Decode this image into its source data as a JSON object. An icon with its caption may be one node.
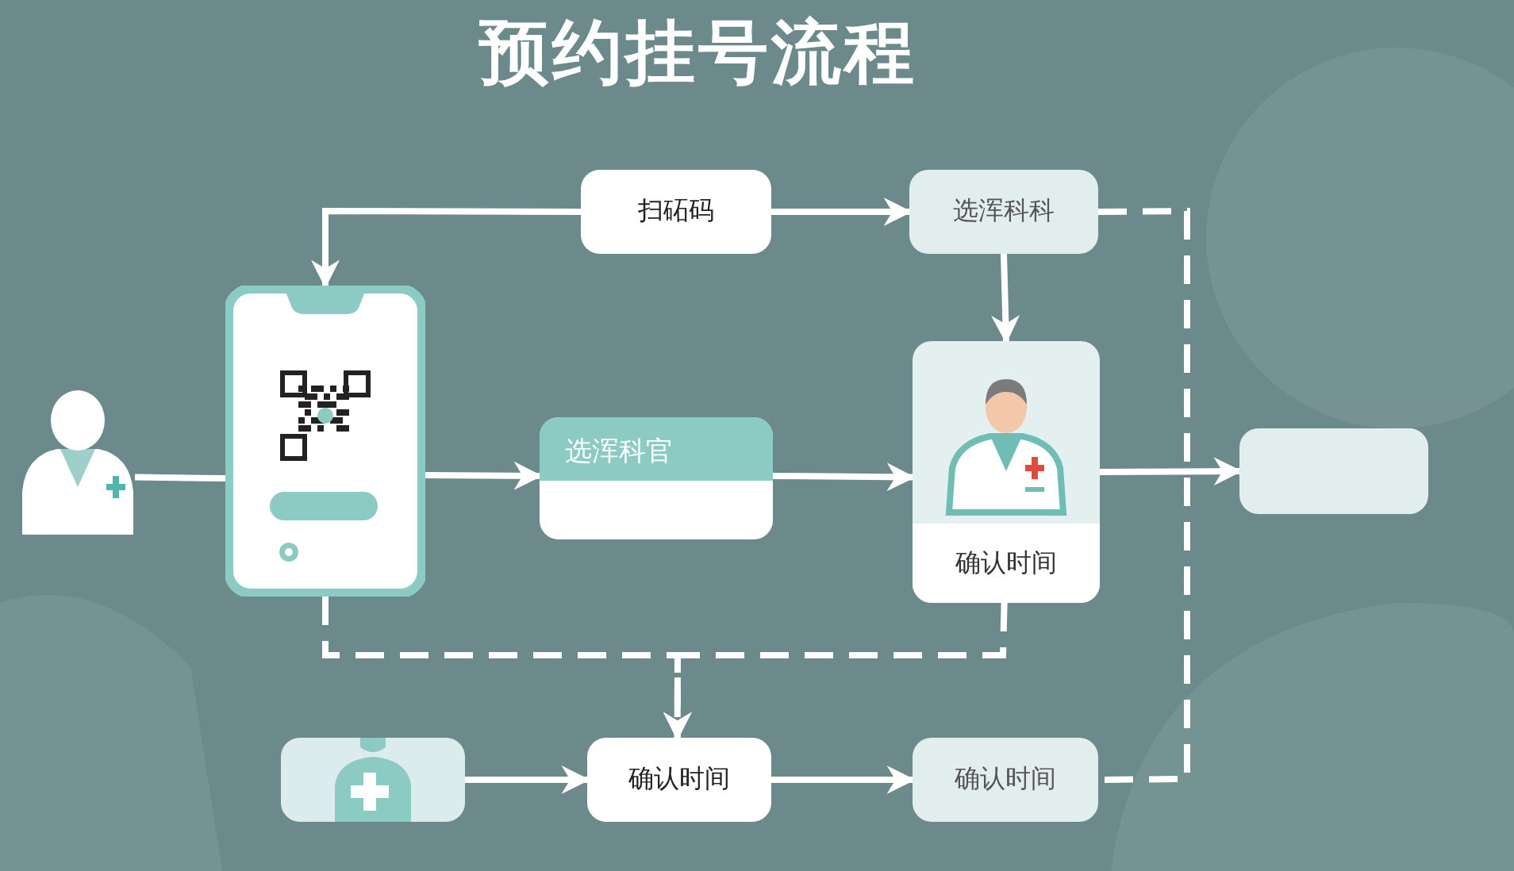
{
  "diagram": {
    "title": "预约挂号流程",
    "nodes": [
      {
        "text": [],
        "shape": "person"
      },
      {
        "text": [],
        "shape": "phone"
      },
      {
        "text": [
          "扫砳码"
        ]
      },
      {
        "text": [
          "选浑科科"
        ]
      },
      {
        "text": [
          "选浑科官"
        ]
      },
      {
        "text": [
          "确认时间"
        ]
      },
      {
        "text": [],
        "shape": "box"
      },
      {
        "text": [],
        "shape": "picture"
      },
      {
        "text": [
          "确认时间"
        ]
      },
      {
        "text": [
          "确认时间"
        ]
      }
    ],
    "edges": [
      {
        "from": 0,
        "to": 1,
        "arrow": "none"
      },
      {
        "from": 2,
        "to": 1,
        "arrow": "to"
      },
      {
        "from": 2,
        "to": 3,
        "arrow": "to"
      },
      {
        "from": 3,
        "to": 5,
        "arrow": "to"
      },
      {
        "from": 1,
        "to": 4,
        "arrow": "to"
      },
      {
        "from": 4,
        "to": 5,
        "arrow": "to"
      },
      {
        "from": 5,
        "to": 6,
        "arrow": "to"
      },
      {
        "from": 3,
        "to": 9,
        "arrow": "none",
        "style": "dashed"
      },
      {
        "from": 1,
        "to": 8,
        "arrow": "to",
        "style": "dashed"
      },
      {
        "from": 5,
        "to": 8,
        "arrow": "to",
        "style": "dashed"
      },
      {
        "from": 7,
        "to": 8,
        "arrow": "to"
      },
      {
        "from": 8,
        "to": 9,
        "arrow": "to"
      }
    ]
  }
}
